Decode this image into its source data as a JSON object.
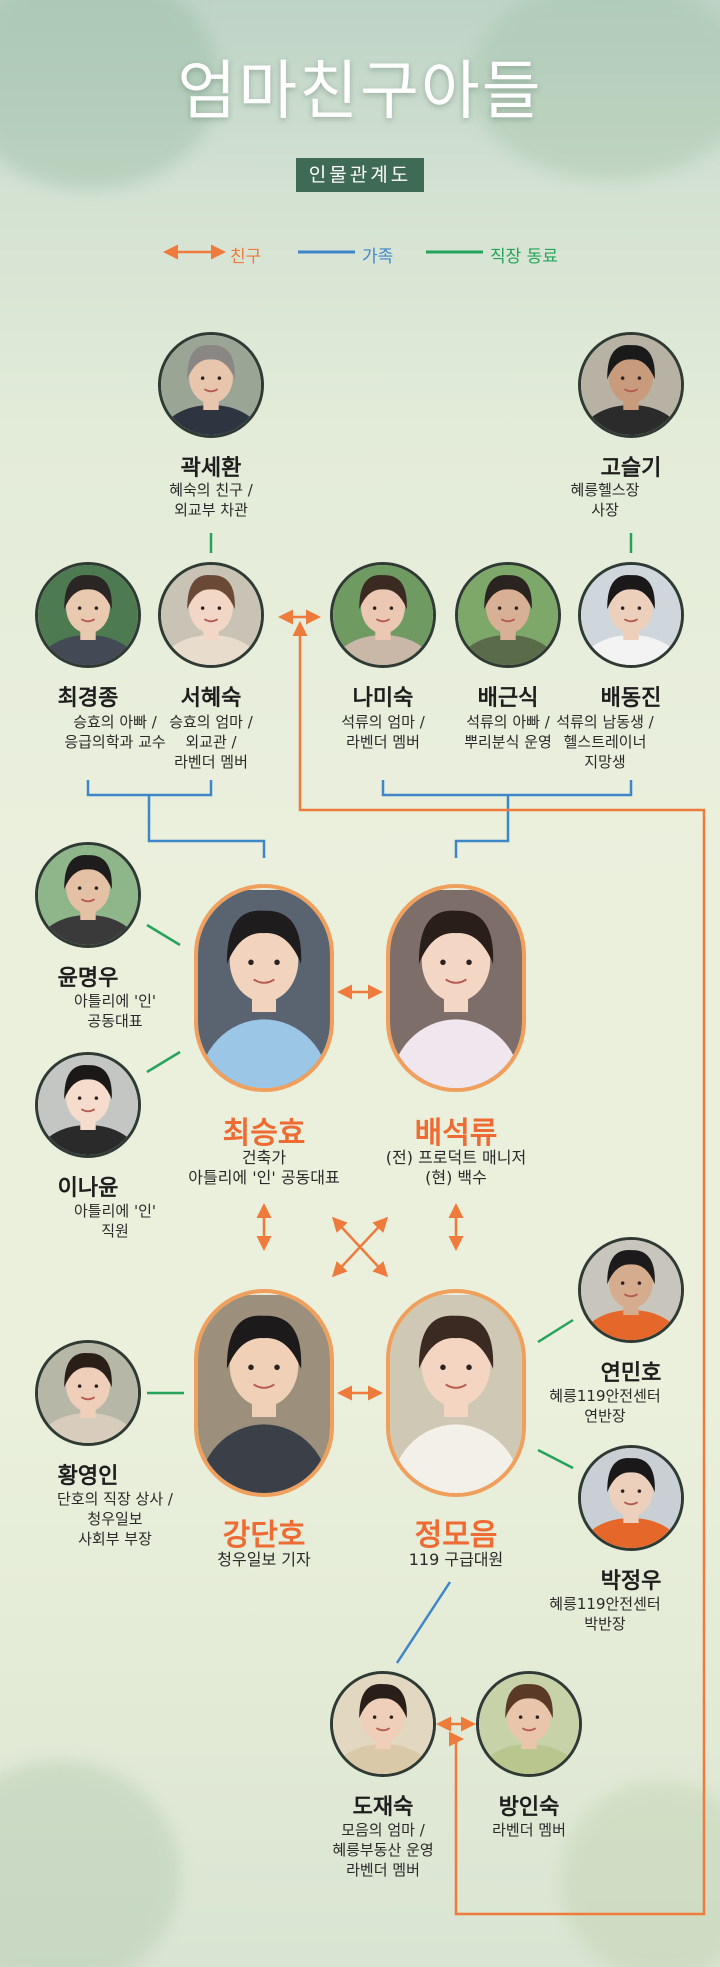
{
  "title": "엄마친구아들",
  "subtitle": "인물관계도",
  "legend": [
    {
      "label": "친구",
      "color": "#ee7a3c"
    },
    {
      "label": "가족",
      "color": "#3f86c9"
    },
    {
      "label": "직장 동료",
      "color": "#26a35a"
    }
  ],
  "people": {
    "gwak_sehwan": {
      "name": "곽세환",
      "desc": "혜숙의 친구 /\n외교부 차관"
    },
    "go_seulgi": {
      "name": "고슬기",
      "desc": "혜릉헬스장\n사장"
    },
    "choi_gyeongjong": {
      "name": "최경종",
      "desc": "승효의 아빠 /\n응급의학과 교수"
    },
    "seo_hyesuk": {
      "name": "서혜숙",
      "desc": "승효의 엄마 /\n외교관 /\n라벤더 멤버"
    },
    "na_misuk": {
      "name": "나미숙",
      "desc": "석류의 엄마 /\n라벤더 멤버"
    },
    "bae_geunsik": {
      "name": "배근식",
      "desc": "석류의 아빠 /\n뿌리분식 운영"
    },
    "bae_dongjin": {
      "name": "배동진",
      "desc": "석류의 남동생 /\n헬스트레이너\n지망생"
    },
    "yun_myeongwoo": {
      "name": "윤명우",
      "desc": "아틀리에 '인'\n공동대표"
    },
    "lee_nayun": {
      "name": "이나윤",
      "desc": "아틀리에 '인'\n직원"
    },
    "choi_seunghyo": {
      "name": "최승효",
      "desc": "건축가\n아틀리에 '인' 공동대표"
    },
    "bae_seokryu": {
      "name": "배석류",
      "desc": "(전) 프로덕트 매니저\n(현) 백수"
    },
    "hwang_yeongin": {
      "name": "황영인",
      "desc": "단호의 직장 상사 /\n청우일보\n사회부 부장"
    },
    "kang_danho": {
      "name": "강단호",
      "desc": "청우일보 기자"
    },
    "jeong_moeum": {
      "name": "정모음",
      "desc": "119 구급대원"
    },
    "yeon_minho": {
      "name": "연민호",
      "desc": "혜릉119안전센터\n연반장"
    },
    "park_jeongwoo": {
      "name": "박정우",
      "desc": "혜릉119안전센터\n박반장"
    },
    "do_jaesuk": {
      "name": "도재숙",
      "desc": "모음의 엄마 /\n혜릉부동산 운영\n라벤더 멤버"
    },
    "bang_insuk": {
      "name": "방인숙",
      "desc": "라벤더 멤버"
    }
  },
  "colors": {
    "friend": "#ee7a3c",
    "family": "#3f86c9",
    "coworker": "#26a35a",
    "highlight_name": "#ee6b33",
    "subtitle_bg": "#3e6a56"
  }
}
